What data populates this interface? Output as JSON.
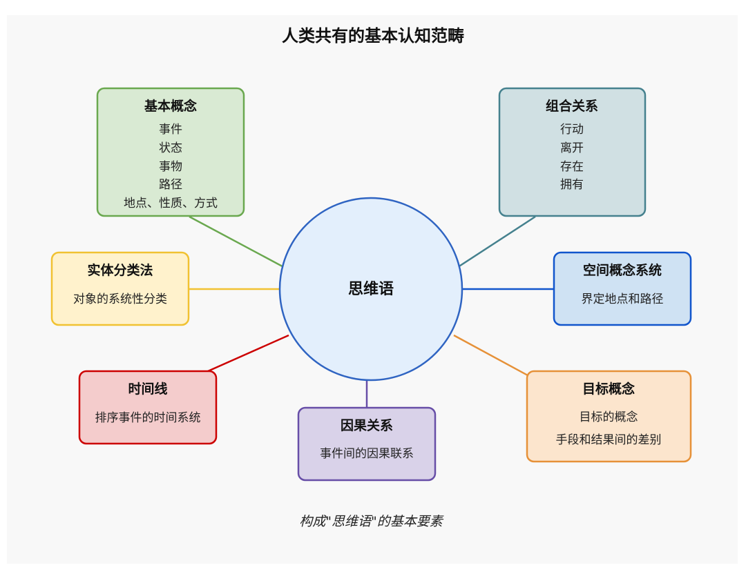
{
  "title": "人类共有的基本认知范畴",
  "center": {
    "label": "思维语"
  },
  "nodes": {
    "basic_concepts": {
      "title": "基本概念",
      "items": [
        "事件",
        "状态",
        "事物",
        "路径",
        "地点、性质、方式"
      ]
    },
    "combination": {
      "title": "组合关系",
      "items": [
        "行动",
        "离开",
        "存在",
        "拥有"
      ]
    },
    "taxonomy": {
      "title": "实体分类法",
      "items": [
        "对象的系统性分类"
      ]
    },
    "spatial": {
      "title": "空间概念系统",
      "items": [
        "界定地点和路径"
      ]
    },
    "timeline": {
      "title": "时间线",
      "items": [
        "排序事件的时间系统"
      ]
    },
    "causality": {
      "title": "因果关系",
      "items": [
        "事件间的因果联系"
      ]
    },
    "goal": {
      "title": "目标概念",
      "items": [
        "目标的概念",
        "手段和结果间的差别"
      ]
    }
  },
  "caption": "构成\"思维语\"的基本要素",
  "colors": {
    "center_fill": "#e3effc",
    "center_stroke": "#2f64c2",
    "basic_concepts": {
      "fill": "#d9ead3",
      "stroke": "#6aa84f"
    },
    "combination": {
      "fill": "#d0e0e3",
      "stroke": "#45818e"
    },
    "taxonomy": {
      "fill": "#fff2cc",
      "stroke": "#f1c232"
    },
    "spatial": {
      "fill": "#cfe2f3",
      "stroke": "#1155cc"
    },
    "timeline": {
      "fill": "#f4cccc",
      "stroke": "#cc0000"
    },
    "causality": {
      "fill": "#d9d2e9",
      "stroke": "#674ea7"
    },
    "goal": {
      "fill": "#fce5cd",
      "stroke": "#e69138"
    }
  }
}
